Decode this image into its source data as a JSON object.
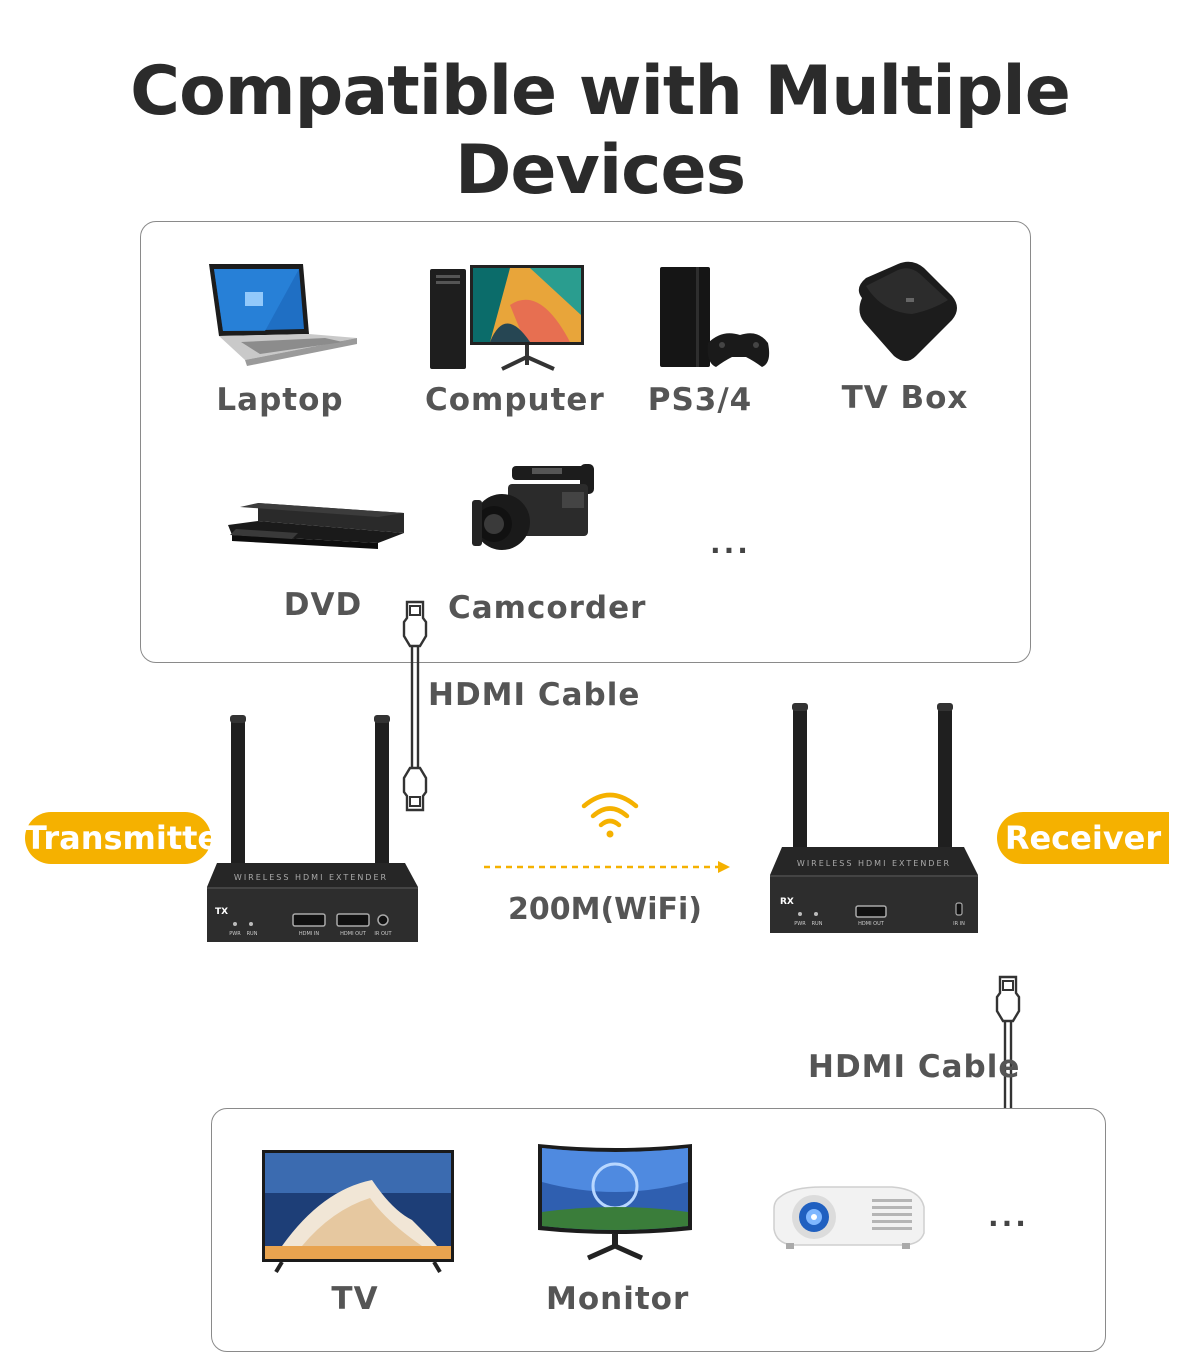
{
  "title": "Compatible with Multiple Devices",
  "sources": {
    "laptop": "Laptop",
    "computer": "Computer",
    "ps": "PS3/4",
    "tvbox": "TV Box",
    "dvd": "DVD",
    "camcorder": "Camcorder",
    "more": "..."
  },
  "cable_label_top": "HDMI Cable",
  "cable_label_bottom": "HDMI Cable",
  "transmitter": {
    "pill": "Transmitter",
    "badge": "TX",
    "brand": "WIRELESS HDMI EXTENDER",
    "ports": [
      "PWR",
      "RUN",
      "HDMI IN",
      "HDMI OUT",
      "IR OUT"
    ]
  },
  "receiver": {
    "pill": "Receiver",
    "badge": "RX",
    "brand": "WIRELESS HDMI EXTENDER",
    "ports": [
      "PWR",
      "RUN",
      "HDMI OUT",
      "IR IN"
    ]
  },
  "wifi_label": "200M(WiFi)",
  "displays": {
    "tv": "TV",
    "monitor": "Monitor",
    "more": "..."
  },
  "colors": {
    "accent": "#f5b100",
    "text": "#555555",
    "title": "#2b2b2b",
    "device_body": "#2a2a2a"
  }
}
